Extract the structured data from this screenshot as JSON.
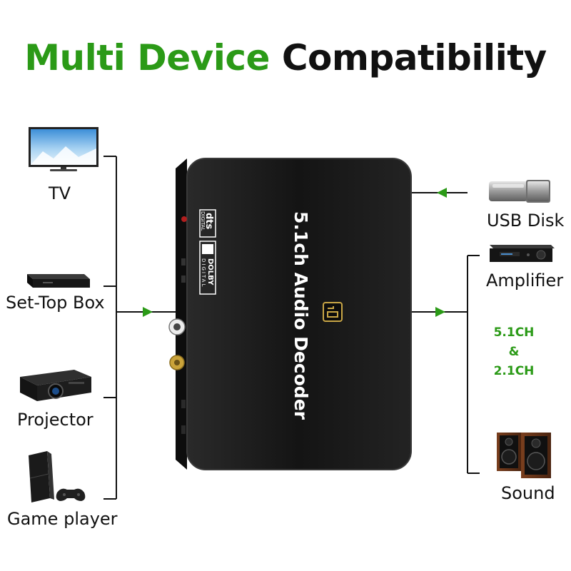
{
  "title": {
    "part1": "Multi Device",
    "part2": "Compatibility"
  },
  "inputs": [
    {
      "label": "TV",
      "icon": "tv-icon"
    },
    {
      "label": "Set-Top Box",
      "icon": "set-top-box-icon"
    },
    {
      "label": "Projector",
      "icon": "projector-icon"
    },
    {
      "label": "Game player",
      "icon": "game-console-icon"
    }
  ],
  "outputs": [
    {
      "label": "USB Disk",
      "icon": "usb-disk-icon"
    },
    {
      "label": "Amplifier",
      "icon": "amplifier-icon"
    },
    {
      "label": "Sound",
      "icon": "speaker-icon"
    }
  ],
  "channels": {
    "line1": "5.1CH",
    "line2": "&",
    "line3": "2.1CH"
  },
  "device": {
    "name": "5.1ch Audio Decoder",
    "logo_dts": "dts",
    "logo_dts_sub": "DIGITAL",
    "logo_dolby": "DOLBY",
    "logo_dolby_sub": "DIGITAL"
  },
  "colors": {
    "accent_green": "#2b9a17",
    "device_body": "#1a1a1a",
    "gold": "#c9a646"
  }
}
